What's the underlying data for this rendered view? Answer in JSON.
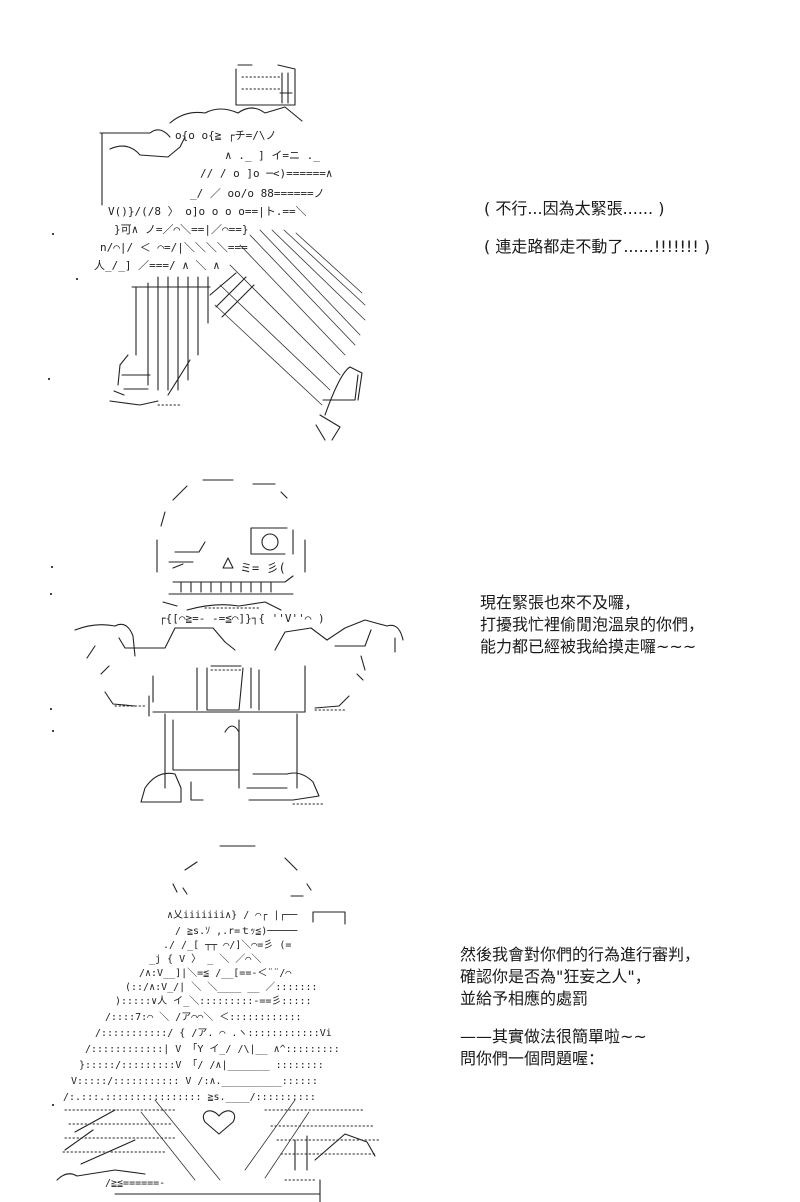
{
  "panels": [
    {
      "figure_icon": "ascii-art-skeleton-running",
      "caption_lines": [
        "( 不行...因為太緊張...... )",
        "( 連走路都走不動了......!!!!!!! )"
      ]
    },
    {
      "figure_icon": "ascii-art-skeleton-shrug",
      "caption_lines": [
        "現在緊張也來不及囉，",
        "打擾我忙裡偷閒泡溫泉的你們，",
        "能力都已經被我給摸走囉~~~"
      ]
    },
    {
      "figure_icon": "ascii-art-skeleton-closeup-heart",
      "caption_lines": [
        "然後我會對你們的行為進行審判，",
        "確認你是否為\"狂妄之人\"，",
        "並給予相應的處罰",
        "——其實做法很簡單啦~~",
        "問你們一個問題喔："
      ]
    }
  ]
}
